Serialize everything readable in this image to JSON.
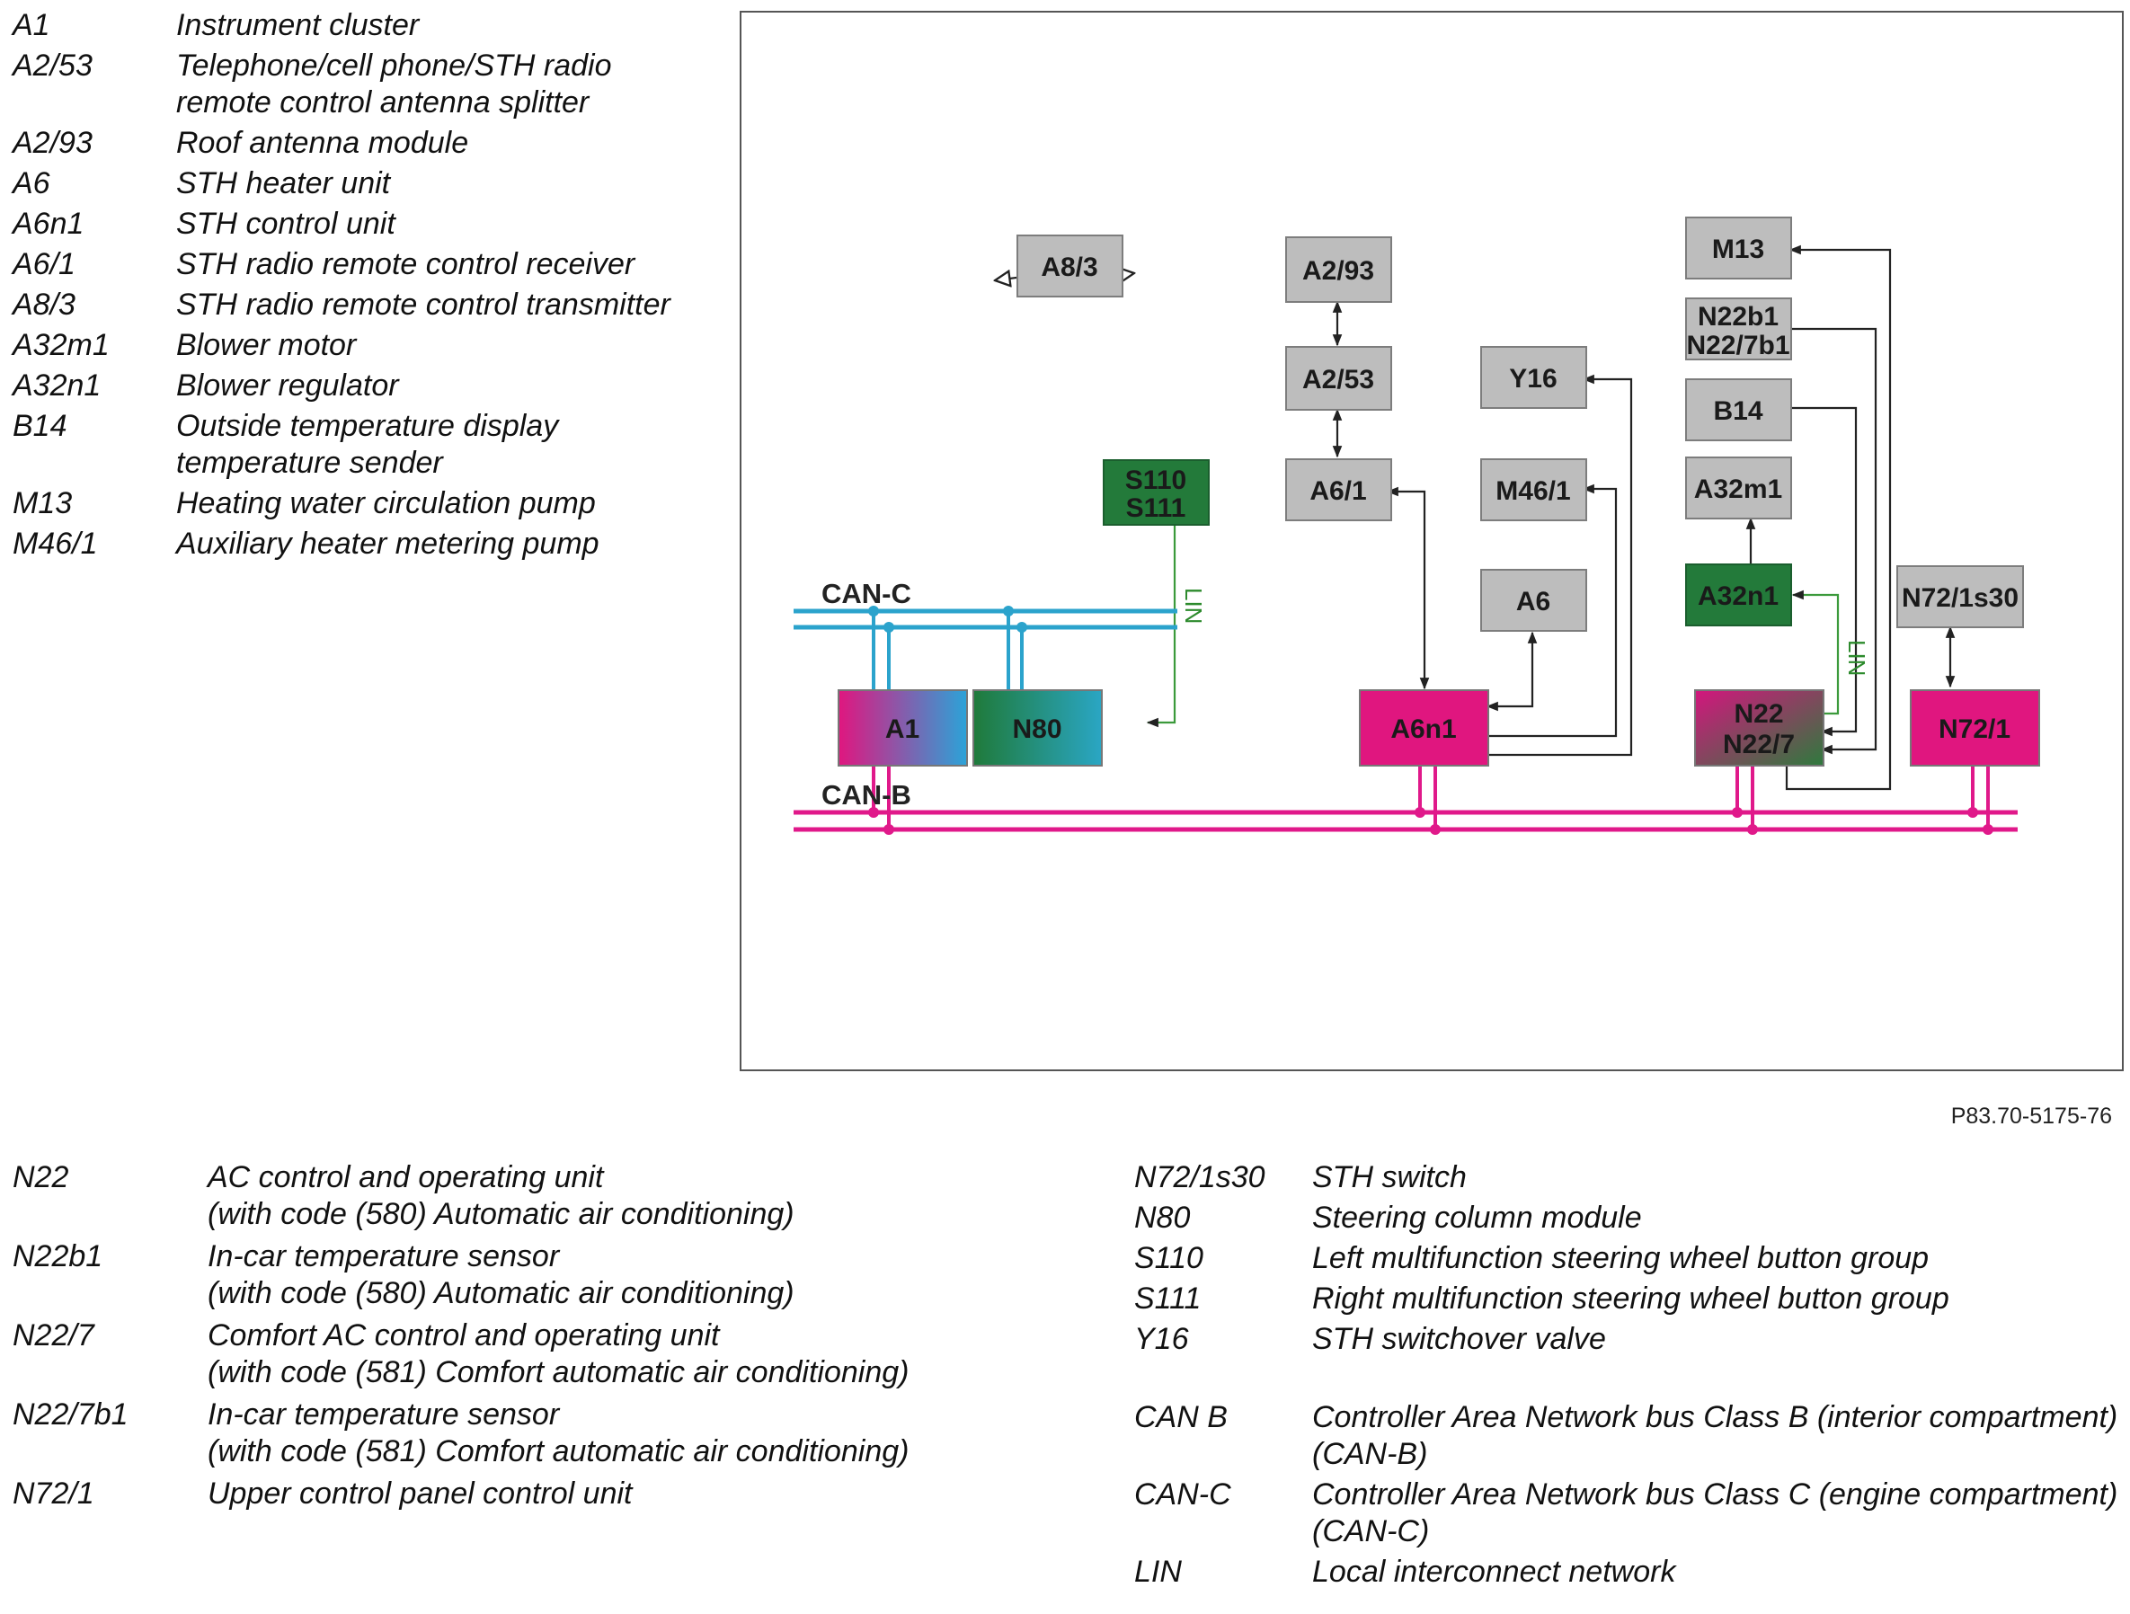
{
  "legend_top_left": [
    {
      "code": "A1",
      "desc": "Instrument cluster"
    },
    {
      "code": "A2/53",
      "desc": "Telephone/cell phone/STH radio remote control antenna splitter"
    },
    {
      "code": "A2/93",
      "desc": "Roof antenna module"
    },
    {
      "code": "A6",
      "desc": "STH heater unit"
    },
    {
      "code": "A6n1",
      "desc": "STH control unit"
    },
    {
      "code": "A6/1",
      "desc": "STH radio remote control receiver"
    },
    {
      "code": "A8/3",
      "desc": "STH radio remote control transmitter"
    },
    {
      "code": "A32m1",
      "desc": "Blower motor"
    },
    {
      "code": "A32n1",
      "desc": "Blower regulator"
    },
    {
      "code": "B14",
      "desc": "Outside temperature display temperature sender"
    },
    {
      "code": "M13",
      "desc": "Heating water circulation pump"
    },
    {
      "code": "M46/1",
      "desc": "Auxiliary heater metering pump"
    }
  ],
  "legend_bottom_left": [
    {
      "code": "N22",
      "desc": "AC control and operating unit",
      "desc2": "(with code (580) Automatic air conditioning)"
    },
    {
      "code": "N22b1",
      "desc": "In-car temperature sensor",
      "desc2": "(with code (580) Automatic air conditioning)"
    },
    {
      "code": "N22/7",
      "desc": "Comfort AC control and operating unit",
      "desc2": "(with code (581) Comfort automatic air conditioning)"
    },
    {
      "code": "N22/7b1",
      "desc": "In-car temperature sensor",
      "desc2": "(with code (581) Comfort automatic air conditioning)"
    },
    {
      "code": "N72/1",
      "desc": "Upper control panel control unit",
      "desc2": ""
    }
  ],
  "legend_bottom_right": [
    {
      "code": "N72/1s30",
      "desc": "STH switch"
    },
    {
      "code": "N80",
      "desc": "Steering column module"
    },
    {
      "code": "S110",
      "desc": "Left multifunction steering wheel button group"
    },
    {
      "code": "S111",
      "desc": "Right multifunction steering wheel button group"
    },
    {
      "code": "Y16",
      "desc": "STH switchover valve"
    },
    {
      "code": "CAN B",
      "desc": "Controller Area Network bus Class B (interior compartment) (CAN-B)"
    },
    {
      "code": "CAN-C",
      "desc": "Controller Area Network bus Class C (engine compartment) (CAN-C)"
    },
    {
      "code": "LIN",
      "desc": "Local interconnect network"
    }
  ],
  "figure_id": "P83.70-5175-76",
  "diagram": {
    "bus_labels": {
      "can_c": "CAN-C",
      "can_b": "CAN-B",
      "lin_1": "LIN",
      "lin_2": "LIN"
    },
    "blocks": {
      "a8_3": "A8/3",
      "a2_93": "A2/93",
      "a2_53": "A2/53",
      "a6_1": "A6/1",
      "s110": "S110",
      "s111": "S111",
      "y16": "Y16",
      "m46_1": "M46/1",
      "a6": "A6",
      "m13": "M13",
      "n22b1": "N22b1",
      "n22_7b1": "N22/7b1",
      "b14": "B14",
      "a32m1": "A32m1",
      "a32n1": "A32n1",
      "n72_1s30": "N72/1s30",
      "a1": "A1",
      "n80": "N80",
      "a6n1": "A6n1",
      "n22": "N22",
      "n22_7": "N22/7",
      "n72_1": "N72/1"
    },
    "colors": {
      "gray_box": "#bdbdbd",
      "green_box": "#237a3a",
      "magenta_box": "#e0167f",
      "can_c_line": "#2ba3cc",
      "can_b_line": "#e0198a",
      "lin_line": "#3b9a3b"
    }
  }
}
